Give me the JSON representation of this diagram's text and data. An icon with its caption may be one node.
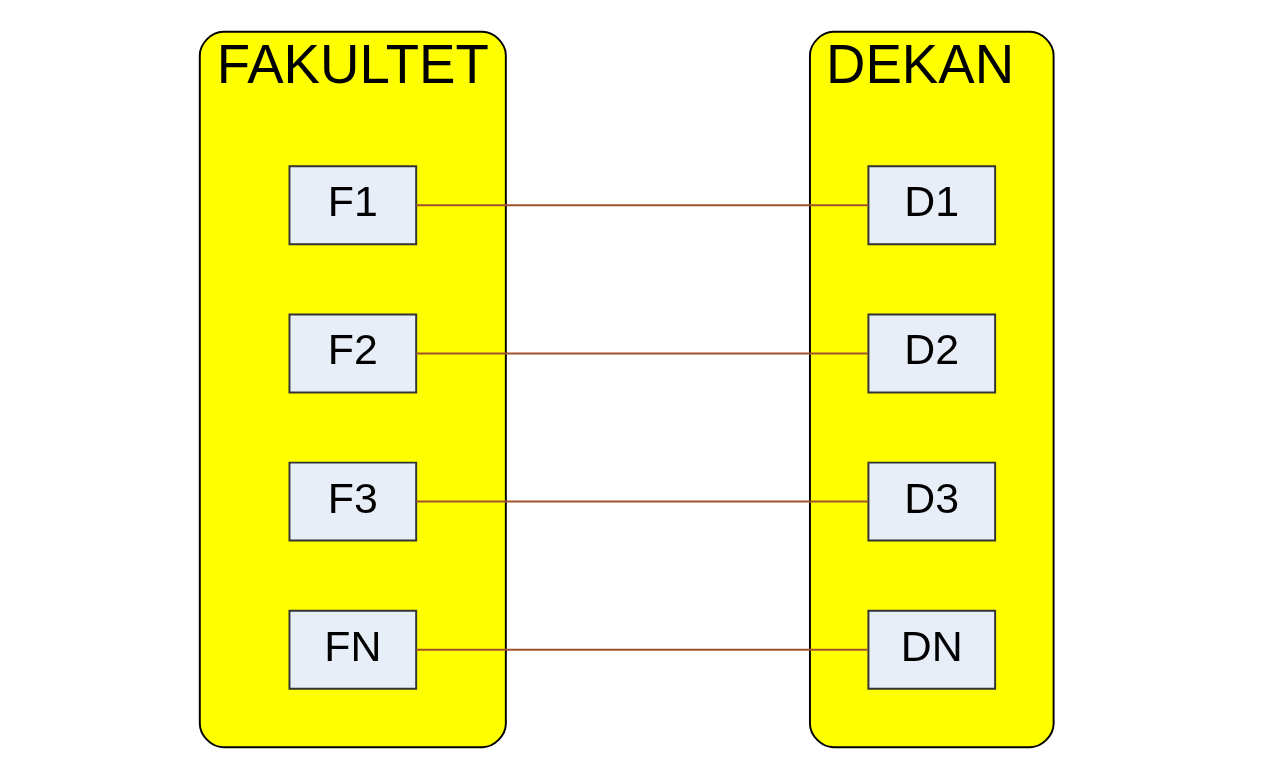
{
  "diagram": {
    "nodes": [
      {
        "text": [
          "FAKULTET"
        ]
      },
      {
        "text": [
          "F1"
        ],
        "in": 0
      },
      {
        "text": [
          "F2"
        ],
        "in": 0
      },
      {
        "text": [
          "F3"
        ],
        "in": 0
      },
      {
        "text": [
          "FN"
        ],
        "in": 0
      },
      {
        "text": [
          "DEKAN"
        ]
      },
      {
        "text": [
          "D1"
        ],
        "in": 5
      },
      {
        "text": [
          "D2"
        ],
        "in": 5
      },
      {
        "text": [
          "D3"
        ],
        "in": 5
      },
      {
        "text": [
          "DN"
        ],
        "in": 5
      }
    ],
    "edges": [
      {
        "from": 1,
        "to": 6,
        "arrow": "none"
      },
      {
        "from": 2,
        "to": 7,
        "arrow": "none"
      },
      {
        "from": 3,
        "to": 8,
        "arrow": "none"
      },
      {
        "from": 4,
        "to": 9,
        "arrow": "none"
      }
    ]
  }
}
